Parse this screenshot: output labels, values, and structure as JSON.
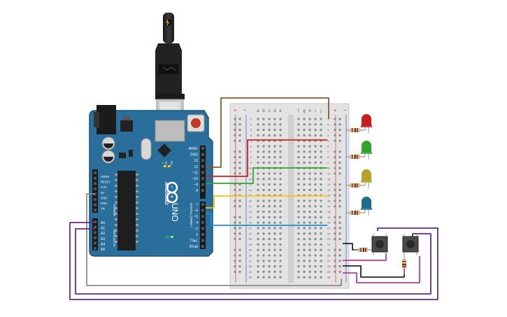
{
  "arduino": {
    "brand": "ARDUINO",
    "model": "UNO",
    "power_header_label": "POWER",
    "analog_header_label": "ANALOG IN",
    "digital_header_label": "DIGITAL (PWM~)",
    "on_label": "ON",
    "tx_label": "TX",
    "rx_label": "RX",
    "l_label": "L",
    "power_pins": [
      "IOREF",
      "RESET",
      "3.3V",
      "5V",
      "GND",
      "GND",
      "Vin"
    ],
    "analog_pins": [
      "A0",
      "A1",
      "A2",
      "A3",
      "A4",
      "A5"
    ],
    "digital_top_pins": [
      "AREF",
      "GND",
      "13",
      "12",
      "~11",
      "~10",
      "~9",
      "8"
    ],
    "digital_bottom_pins": [
      "7",
      "~6",
      "~5",
      "4",
      "~3",
      "2",
      "TX▸1",
      "RX◂0"
    ]
  },
  "breadboard": {
    "rail_plus": "+",
    "rail_minus": "−",
    "left_cols": [
      "a",
      "b",
      "c",
      "d",
      "e"
    ],
    "right_cols": [
      "f",
      "g",
      "h",
      "i",
      "j"
    ],
    "row_count": 30
  },
  "components": {
    "leds": [
      {
        "name": "red-led",
        "color": "#c81e1e"
      },
      {
        "name": "green-led",
        "color": "#2fa52f"
      },
      {
        "name": "yellow-led",
        "color": "#b6a22a"
      },
      {
        "name": "blue-led",
        "color": "#1e6d8c"
      }
    ],
    "buttons": 2,
    "resistors": 6
  },
  "wire_colors": {
    "brown": "#8b5a2b",
    "red": "#d41f1f",
    "green": "#2fa52f",
    "yellow": "#f2c40f",
    "blue": "#1e8fd4",
    "purple": "#6a2a8a",
    "magenta": "#c0399a",
    "gray": "#8c8c8c",
    "black": "#222222"
  }
}
